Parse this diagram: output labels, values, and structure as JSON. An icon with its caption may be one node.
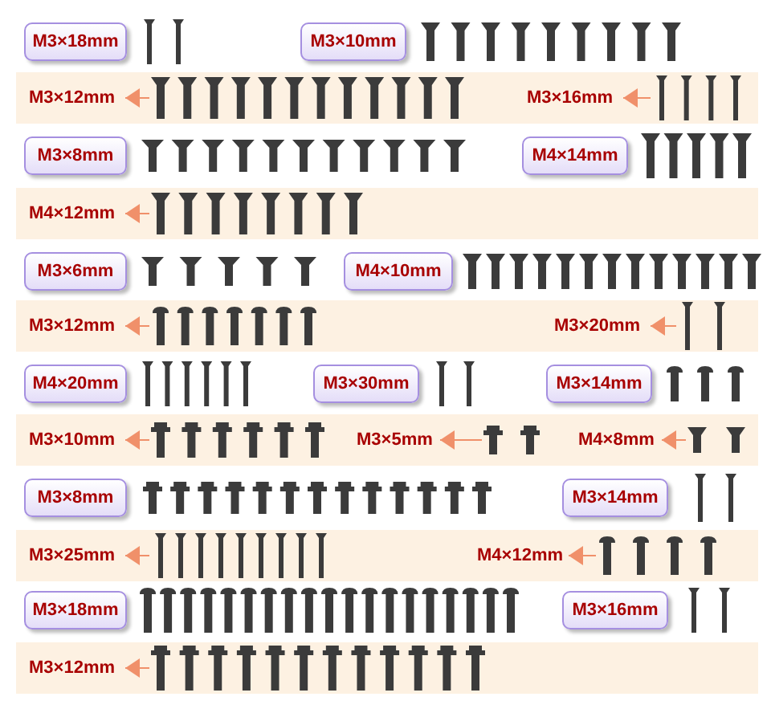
{
  "diagram": {
    "nodes": [
      {
        "text": [
          "M3×18mm"
        ]
      },
      {
        "text": [
          "M3×10mm"
        ]
      },
      {
        "text": [
          "M3×12mm"
        ]
      },
      {
        "text": [],
        "shape": "picture"
      },
      {
        "text": [
          "M3×16mm"
        ]
      },
      {
        "text": [],
        "shape": "picture"
      },
      {
        "text": [
          "M3×8mm"
        ]
      },
      {
        "text": [
          "M4×14mm"
        ]
      },
      {
        "text": [
          "M4×12mm"
        ]
      },
      {
        "text": [],
        "shape": "picture"
      },
      {
        "text": [
          "M3×6mm"
        ]
      },
      {
        "text": [
          "M4×10mm"
        ]
      },
      {
        "text": [
          "M3×12mm"
        ]
      },
      {
        "text": [],
        "shape": "picture"
      },
      {
        "text": [
          "M3×20mm"
        ]
      },
      {
        "text": [],
        "shape": "picture"
      },
      {
        "text": [
          "M4×20mm"
        ]
      },
      {
        "text": [
          "M3×30mm"
        ]
      },
      {
        "text": [
          "M3×14mm"
        ]
      },
      {
        "text": [
          "M3×10mm"
        ]
      },
      {
        "text": [],
        "shape": "picture"
      },
      {
        "text": [
          "M3×5mm"
        ]
      },
      {
        "text": [],
        "shape": "picture"
      },
      {
        "text": [
          "M4×8mm"
        ]
      },
      {
        "text": [],
        "shape": "picture"
      },
      {
        "text": [
          "M3×8mm"
        ]
      },
      {
        "text": [
          "M3×14mm"
        ]
      },
      {
        "text": [
          "M3×25mm"
        ]
      },
      {
        "text": [],
        "shape": "picture"
      },
      {
        "text": [
          "M4×12mm"
        ]
      },
      {
        "text": [],
        "shape": "picture"
      },
      {
        "text": [
          "M3×18mm"
        ]
      },
      {
        "text": [
          "M3×16mm"
        ]
      },
      {
        "text": [
          "M3×12mm"
        ]
      },
      {
        "text": [],
        "shape": "picture"
      }
    ],
    "edges": [
      {
        "from": 3,
        "to": 2,
        "arrow": "to"
      },
      {
        "from": 5,
        "to": 4,
        "arrow": "to"
      },
      {
        "from": 9,
        "to": 8,
        "arrow": "to"
      },
      {
        "from": 13,
        "to": 12,
        "arrow": "to"
      },
      {
        "from": 15,
        "to": 14,
        "arrow": "to"
      },
      {
        "from": 20,
        "to": 19,
        "arrow": "to"
      },
      {
        "from": 22,
        "to": 21,
        "arrow": "to"
      },
      {
        "from": 24,
        "to": 23,
        "arrow": "to"
      },
      {
        "from": 28,
        "to": 27,
        "arrow": "to"
      },
      {
        "from": 30,
        "to": 29,
        "arrow": "to"
      },
      {
        "from": 34,
        "to": 33,
        "arrow": "to"
      }
    ]
  }
}
